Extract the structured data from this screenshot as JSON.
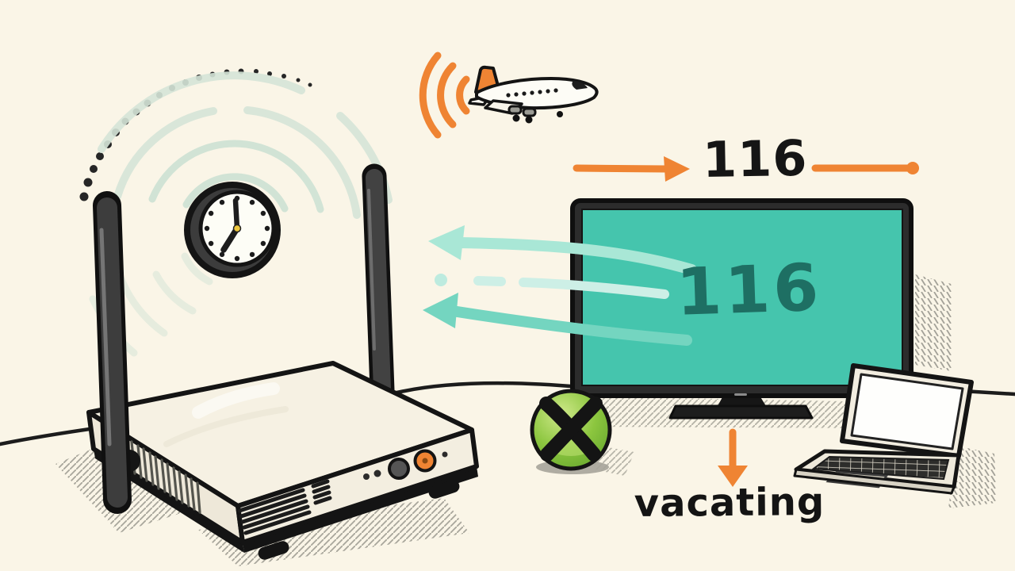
{
  "scene": {
    "kind": "hand-drawn illustration",
    "description": "wifi router with clock receiving channel number from TV while airplane radar signal approaches",
    "background": "#faf5e7"
  },
  "labels": {
    "top_value": "116",
    "tv_value": "116",
    "caption": "vacating"
  },
  "clock": {
    "time_shown": "7:00"
  },
  "colors": {
    "ink": "#1a1a1a",
    "orange": "#ef8433",
    "tv_screen_teal": "#45c5ad",
    "tv_number_teal": "#1e6f63",
    "mint_arrow_light": "#a9e7d6",
    "mint_arrow_pale": "#cdefe6",
    "mint_arrow_dark": "#74d5c0",
    "sage_ring": "#d6e5d8",
    "xbox_green": "#84c53f",
    "router_body": "#f6f1e3"
  },
  "objects": [
    "wifi-router",
    "wall-clock",
    "airplane",
    "television",
    "xbox-sphere",
    "laptop",
    "dotted-arc",
    "signal-rings",
    "plane-signal-waves",
    "teal-wave-arrows",
    "right-arrow",
    "down-arrow"
  ]
}
